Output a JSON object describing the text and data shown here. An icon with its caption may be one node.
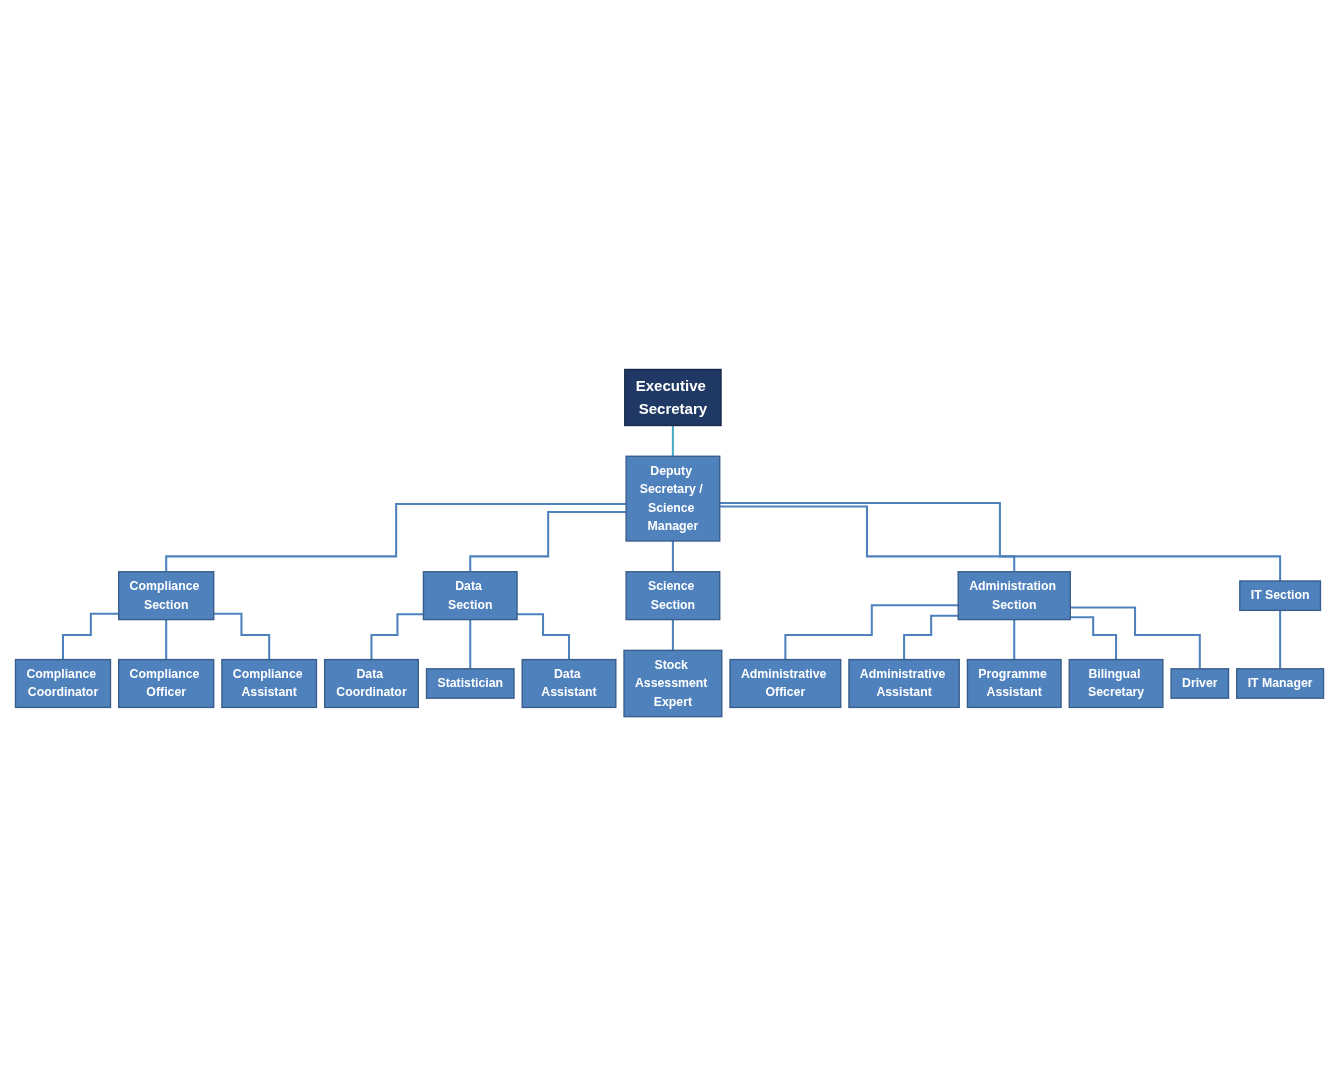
{
  "diagram": {
    "nodes": [
      {
        "text": [
          "Executive Secretary"
        ]
      },
      {
        "text": [
          "Deputy Secretary / Science Manager"
        ]
      },
      {
        "text": [
          "Compliance Section"
        ]
      },
      {
        "text": [
          "Data Section"
        ]
      },
      {
        "text": [
          "Science Section"
        ]
      },
      {
        "text": [
          "Administration Section"
        ]
      },
      {
        "text": [
          "IT Section"
        ]
      },
      {
        "text": [
          "Compliance Coordinator"
        ]
      },
      {
        "text": [
          "Compliance Officer"
        ]
      },
      {
        "text": [
          "Compliance Assistant"
        ]
      },
      {
        "text": [
          "Data Coordinator"
        ]
      },
      {
        "text": [
          "Statistician"
        ]
      },
      {
        "text": [
          "Data Assistant"
        ]
      },
      {
        "text": [
          "Stock Assessment Expert"
        ]
      },
      {
        "text": [
          "Administrative Officer"
        ]
      },
      {
        "text": [
          "Administrative Assistant"
        ]
      },
      {
        "text": [
          "Programme Assistant"
        ]
      },
      {
        "text": [
          "Bilingual Secretary"
        ]
      },
      {
        "text": [
          "Driver"
        ]
      },
      {
        "text": [
          "IT Manager"
        ]
      }
    ],
    "edges": [
      {
        "from": 0,
        "to": 1,
        "arrow": "none",
        "color": "#4bacc6"
      },
      {
        "from": 1,
        "to": 2,
        "arrow": "none"
      },
      {
        "from": 1,
        "to": 3,
        "arrow": "none"
      },
      {
        "from": 1,
        "to": 4,
        "arrow": "none"
      },
      {
        "from": 1,
        "to": 5,
        "arrow": "none"
      },
      {
        "from": 1,
        "to": 6,
        "arrow": "none"
      },
      {
        "from": 2,
        "to": 7,
        "arrow": "none"
      },
      {
        "from": 2,
        "to": 8,
        "arrow": "none"
      },
      {
        "from": 2,
        "to": 9,
        "arrow": "none"
      },
      {
        "from": 3,
        "to": 10,
        "arrow": "none"
      },
      {
        "from": 3,
        "to": 11,
        "arrow": "none"
      },
      {
        "from": 3,
        "to": 12,
        "arrow": "none"
      },
      {
        "from": 4,
        "to": 13,
        "arrow": "none"
      },
      {
        "from": 5,
        "to": 14,
        "arrow": "none"
      },
      {
        "from": 5,
        "to": 15,
        "arrow": "none"
      },
      {
        "from": 5,
        "to": 16,
        "arrow": "none"
      },
      {
        "from": 5,
        "to": 17,
        "arrow": "none"
      },
      {
        "from": 5,
        "to": 18,
        "arrow": "none"
      },
      {
        "from": 6,
        "to": 19,
        "arrow": "none"
      }
    ]
  }
}
